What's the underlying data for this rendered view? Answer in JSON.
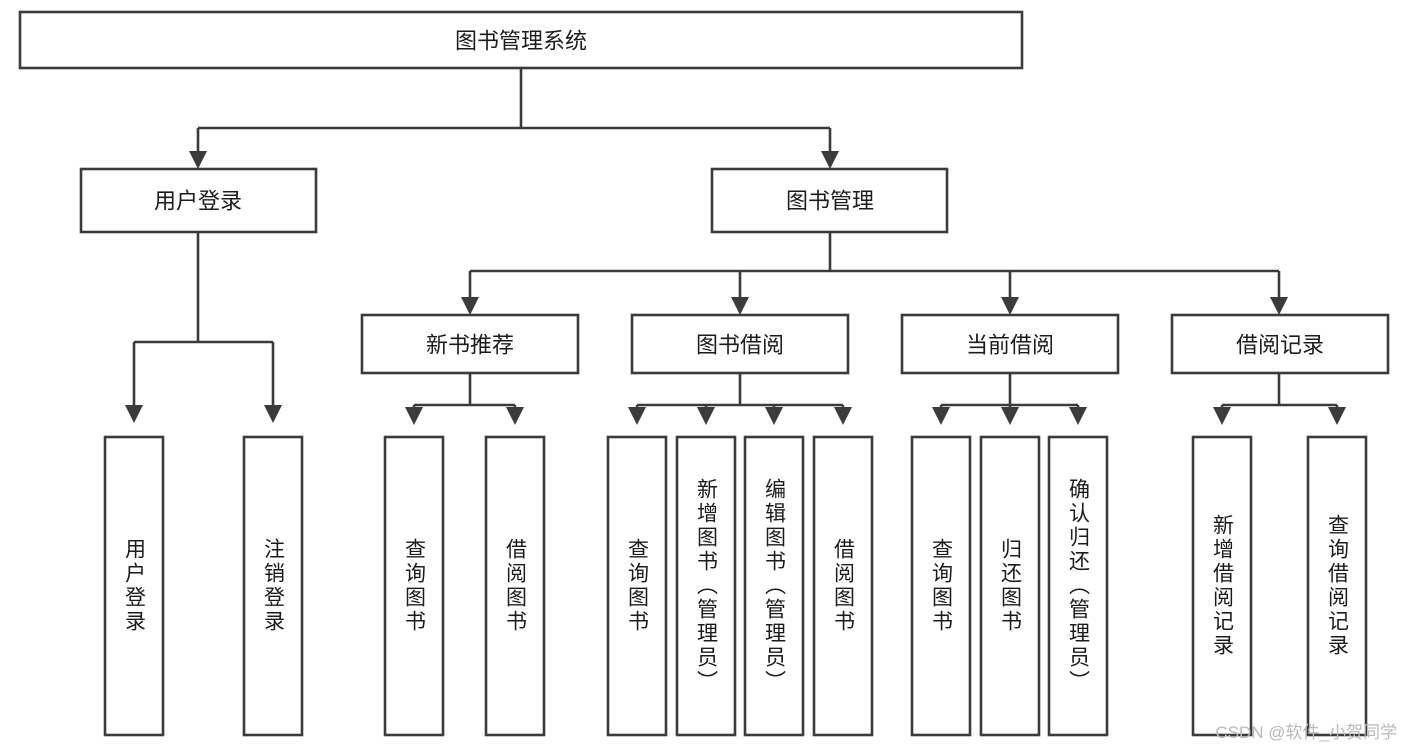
{
  "diagram": {
    "type": "tree",
    "title_node": "图书管理系统",
    "watermark": "CSDN @软件_小贺同学",
    "colors": {
      "box_stroke": "#3b3b3b",
      "box_fill": "#ffffff",
      "text": "#1c1c1c",
      "background": "#ffffff",
      "watermark": "#b9b9b9"
    },
    "levels": {
      "level1": [
        "图书管理系统"
      ],
      "level2": [
        "用户登录",
        "图书管理"
      ],
      "level3": [
        "新书推荐",
        "图书借阅",
        "当前借阅",
        "借阅记录"
      ],
      "level4": [
        "用户登录",
        "注销登录",
        "查询图书",
        "借阅图书",
        "查询图书",
        "新增图书（管理员）",
        "编辑图书（管理员）",
        "借阅图书",
        "查询图书",
        "归还图书",
        "确认归还（管理员）",
        "新增借阅记录",
        "查询借阅记录"
      ]
    },
    "nodes": {
      "root": {
        "label": "图书管理系统"
      },
      "user_login": {
        "label": "用户登录"
      },
      "book_manage": {
        "label": "图书管理"
      },
      "new_book_rec": {
        "label": "新书推荐"
      },
      "book_borrow": {
        "label": "图书借阅"
      },
      "current_borrow": {
        "label": "当前借阅"
      },
      "borrow_record": {
        "label": "借阅记录"
      },
      "leaf_user_login": {
        "label": "用户登录"
      },
      "leaf_logout": {
        "label": "注销登录"
      },
      "leaf_query_book_a": {
        "label": "查询图书"
      },
      "leaf_borrow_book_a": {
        "label": "借阅图书"
      },
      "leaf_query_book_b": {
        "label": "查询图书"
      },
      "leaf_add_book": {
        "label": "新增图书（管理员）"
      },
      "leaf_edit_book": {
        "label": "编辑图书（管理员）"
      },
      "leaf_borrow_book_b": {
        "label": "借阅图书"
      },
      "leaf_query_book_c": {
        "label": "查询图书"
      },
      "leaf_return_book": {
        "label": "归还图书"
      },
      "leaf_confirm_return": {
        "label": "确认归还（管理员）"
      },
      "leaf_add_record": {
        "label": "新增借阅记录"
      },
      "leaf_query_record": {
        "label": "查询借阅记录"
      }
    },
    "edges": [
      {
        "from": "图书管理系统",
        "to": "用户登录"
      },
      {
        "from": "图书管理系统",
        "to": "图书管理"
      },
      {
        "from": "图书管理",
        "to": "新书推荐"
      },
      {
        "from": "图书管理",
        "to": "图书借阅"
      },
      {
        "from": "图书管理",
        "to": "当前借阅"
      },
      {
        "from": "图书管理",
        "to": "借阅记录"
      },
      {
        "from": "用户登录",
        "to": "用户登录"
      },
      {
        "from": "用户登录",
        "to": "注销登录"
      },
      {
        "from": "新书推荐",
        "to": "查询图书"
      },
      {
        "from": "新书推荐",
        "to": "借阅图书"
      },
      {
        "from": "图书借阅",
        "to": "查询图书"
      },
      {
        "from": "图书借阅",
        "to": "新增图书（管理员）"
      },
      {
        "from": "图书借阅",
        "to": "编辑图书（管理员）"
      },
      {
        "from": "图书借阅",
        "to": "借阅图书"
      },
      {
        "from": "当前借阅",
        "to": "查询图书"
      },
      {
        "from": "当前借阅",
        "to": "归还图书"
      },
      {
        "from": "当前借阅",
        "to": "确认归还（管理员）"
      },
      {
        "from": "借阅记录",
        "to": "新增借阅记录"
      },
      {
        "from": "借阅记录",
        "to": "查询借阅记录"
      }
    ]
  }
}
